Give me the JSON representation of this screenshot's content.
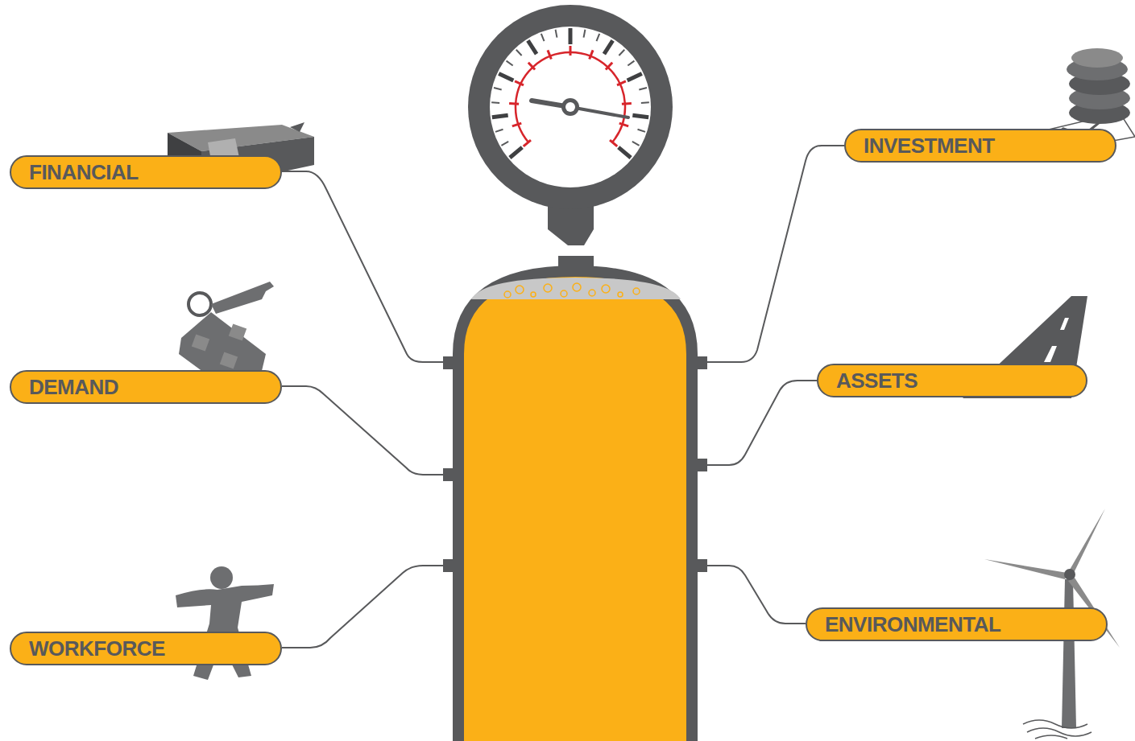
{
  "diagram": {
    "nodes": [
      {
        "text": [
          "FINANCIAL"
        ]
      },
      {
        "text": [
          "DEMAND"
        ]
      },
      {
        "text": [
          "WORKFORCE"
        ]
      },
      {
        "text": [
          "INVESTMENT"
        ]
      },
      {
        "text": [
          "ASSETS"
        ]
      },
      {
        "text": [
          "ENVIRONMENTAL"
        ]
      }
    ]
  }
}
